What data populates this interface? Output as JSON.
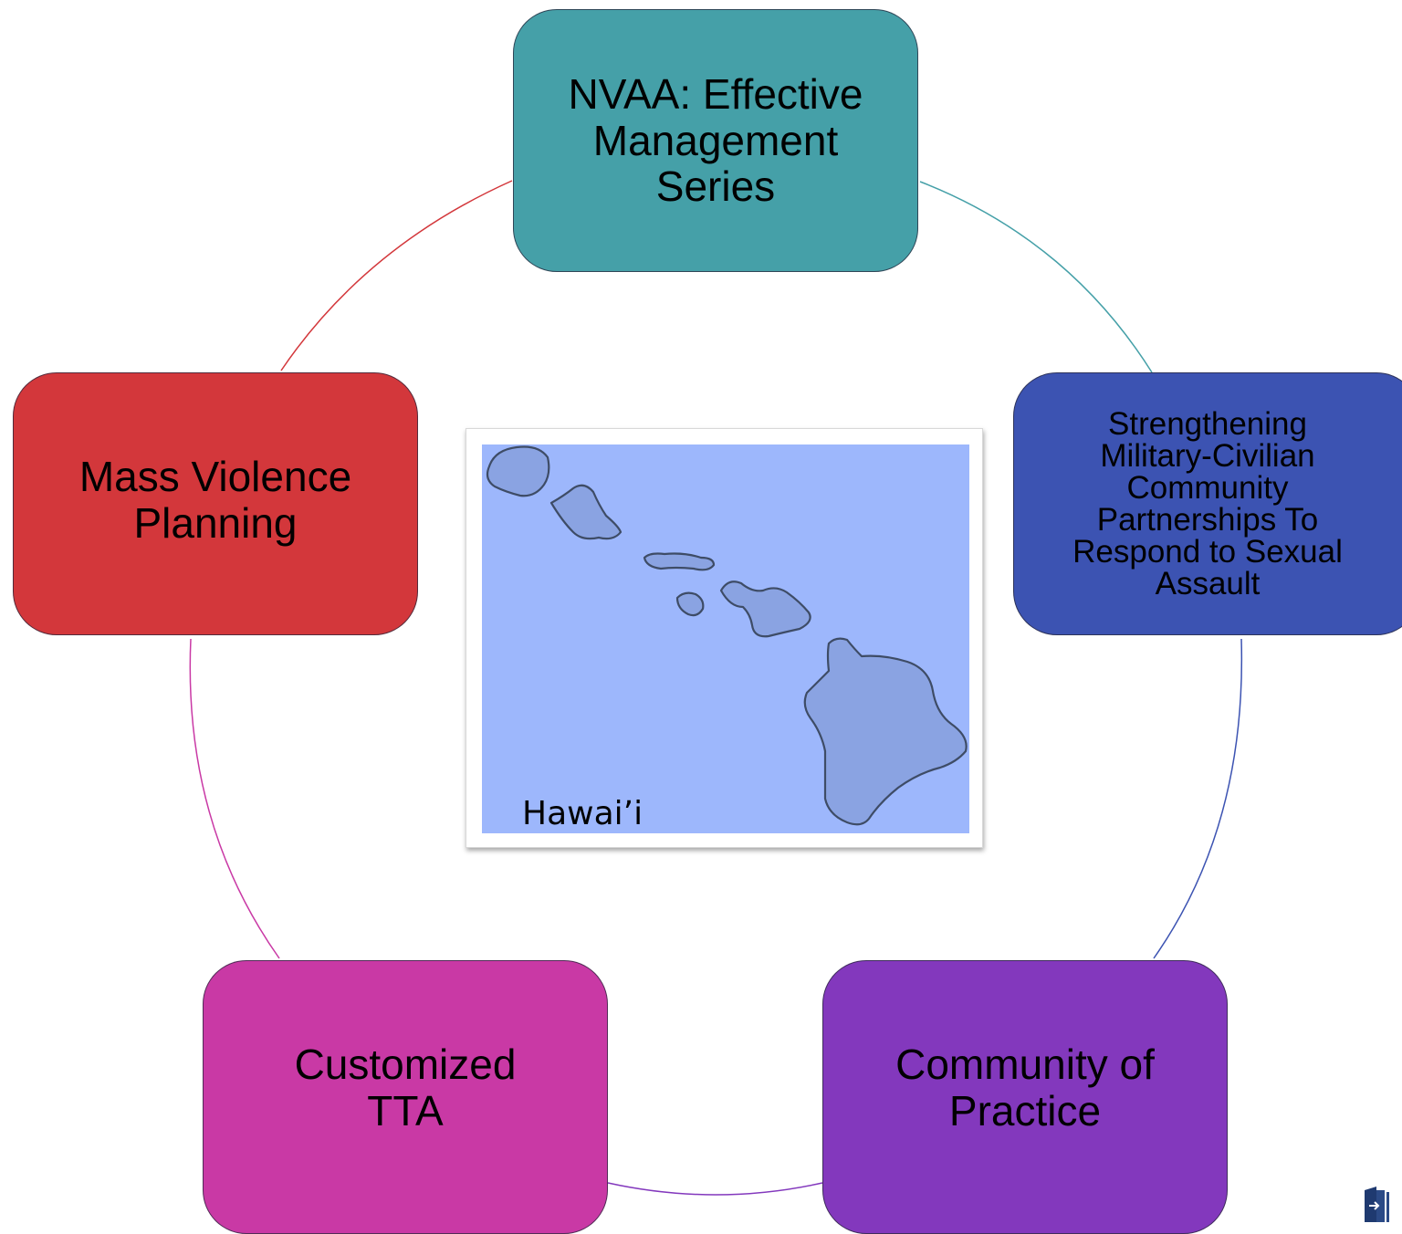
{
  "diagram": {
    "nodes": [
      {
        "id": "top",
        "lines": [
          "NVAA: Effective",
          "Management",
          "Series"
        ],
        "color": "#45a0a8"
      },
      {
        "id": "right",
        "lines": [
          "Strengthening",
          "Military-Civilian",
          "Community",
          "Partnerships To",
          "Respond to Sexual",
          "Assault"
        ],
        "color": "#3c53b2"
      },
      {
        "id": "br",
        "lines": [
          "Community of",
          "Practice"
        ],
        "color": "#8338bd"
      },
      {
        "id": "bl",
        "lines": [
          "Customized",
          "TTA"
        ],
        "color": "#c939a5"
      },
      {
        "id": "left",
        "lines": [
          "Mass Violence",
          "Planning"
        ],
        "color": "#d3373b"
      }
    ],
    "connector_colors": {
      "top_to_right": "#45a0a8",
      "right_to_br": "#3c53b2",
      "br_to_bl": "#8338bd",
      "bl_to_left": "#c939a5",
      "left_to_top": "#d3373b"
    },
    "map": {
      "label": "Hawai’i",
      "sea_color": "#9db7fc",
      "land_color": "#8aa3e2"
    },
    "exit_icon": "exit-door-icon"
  }
}
